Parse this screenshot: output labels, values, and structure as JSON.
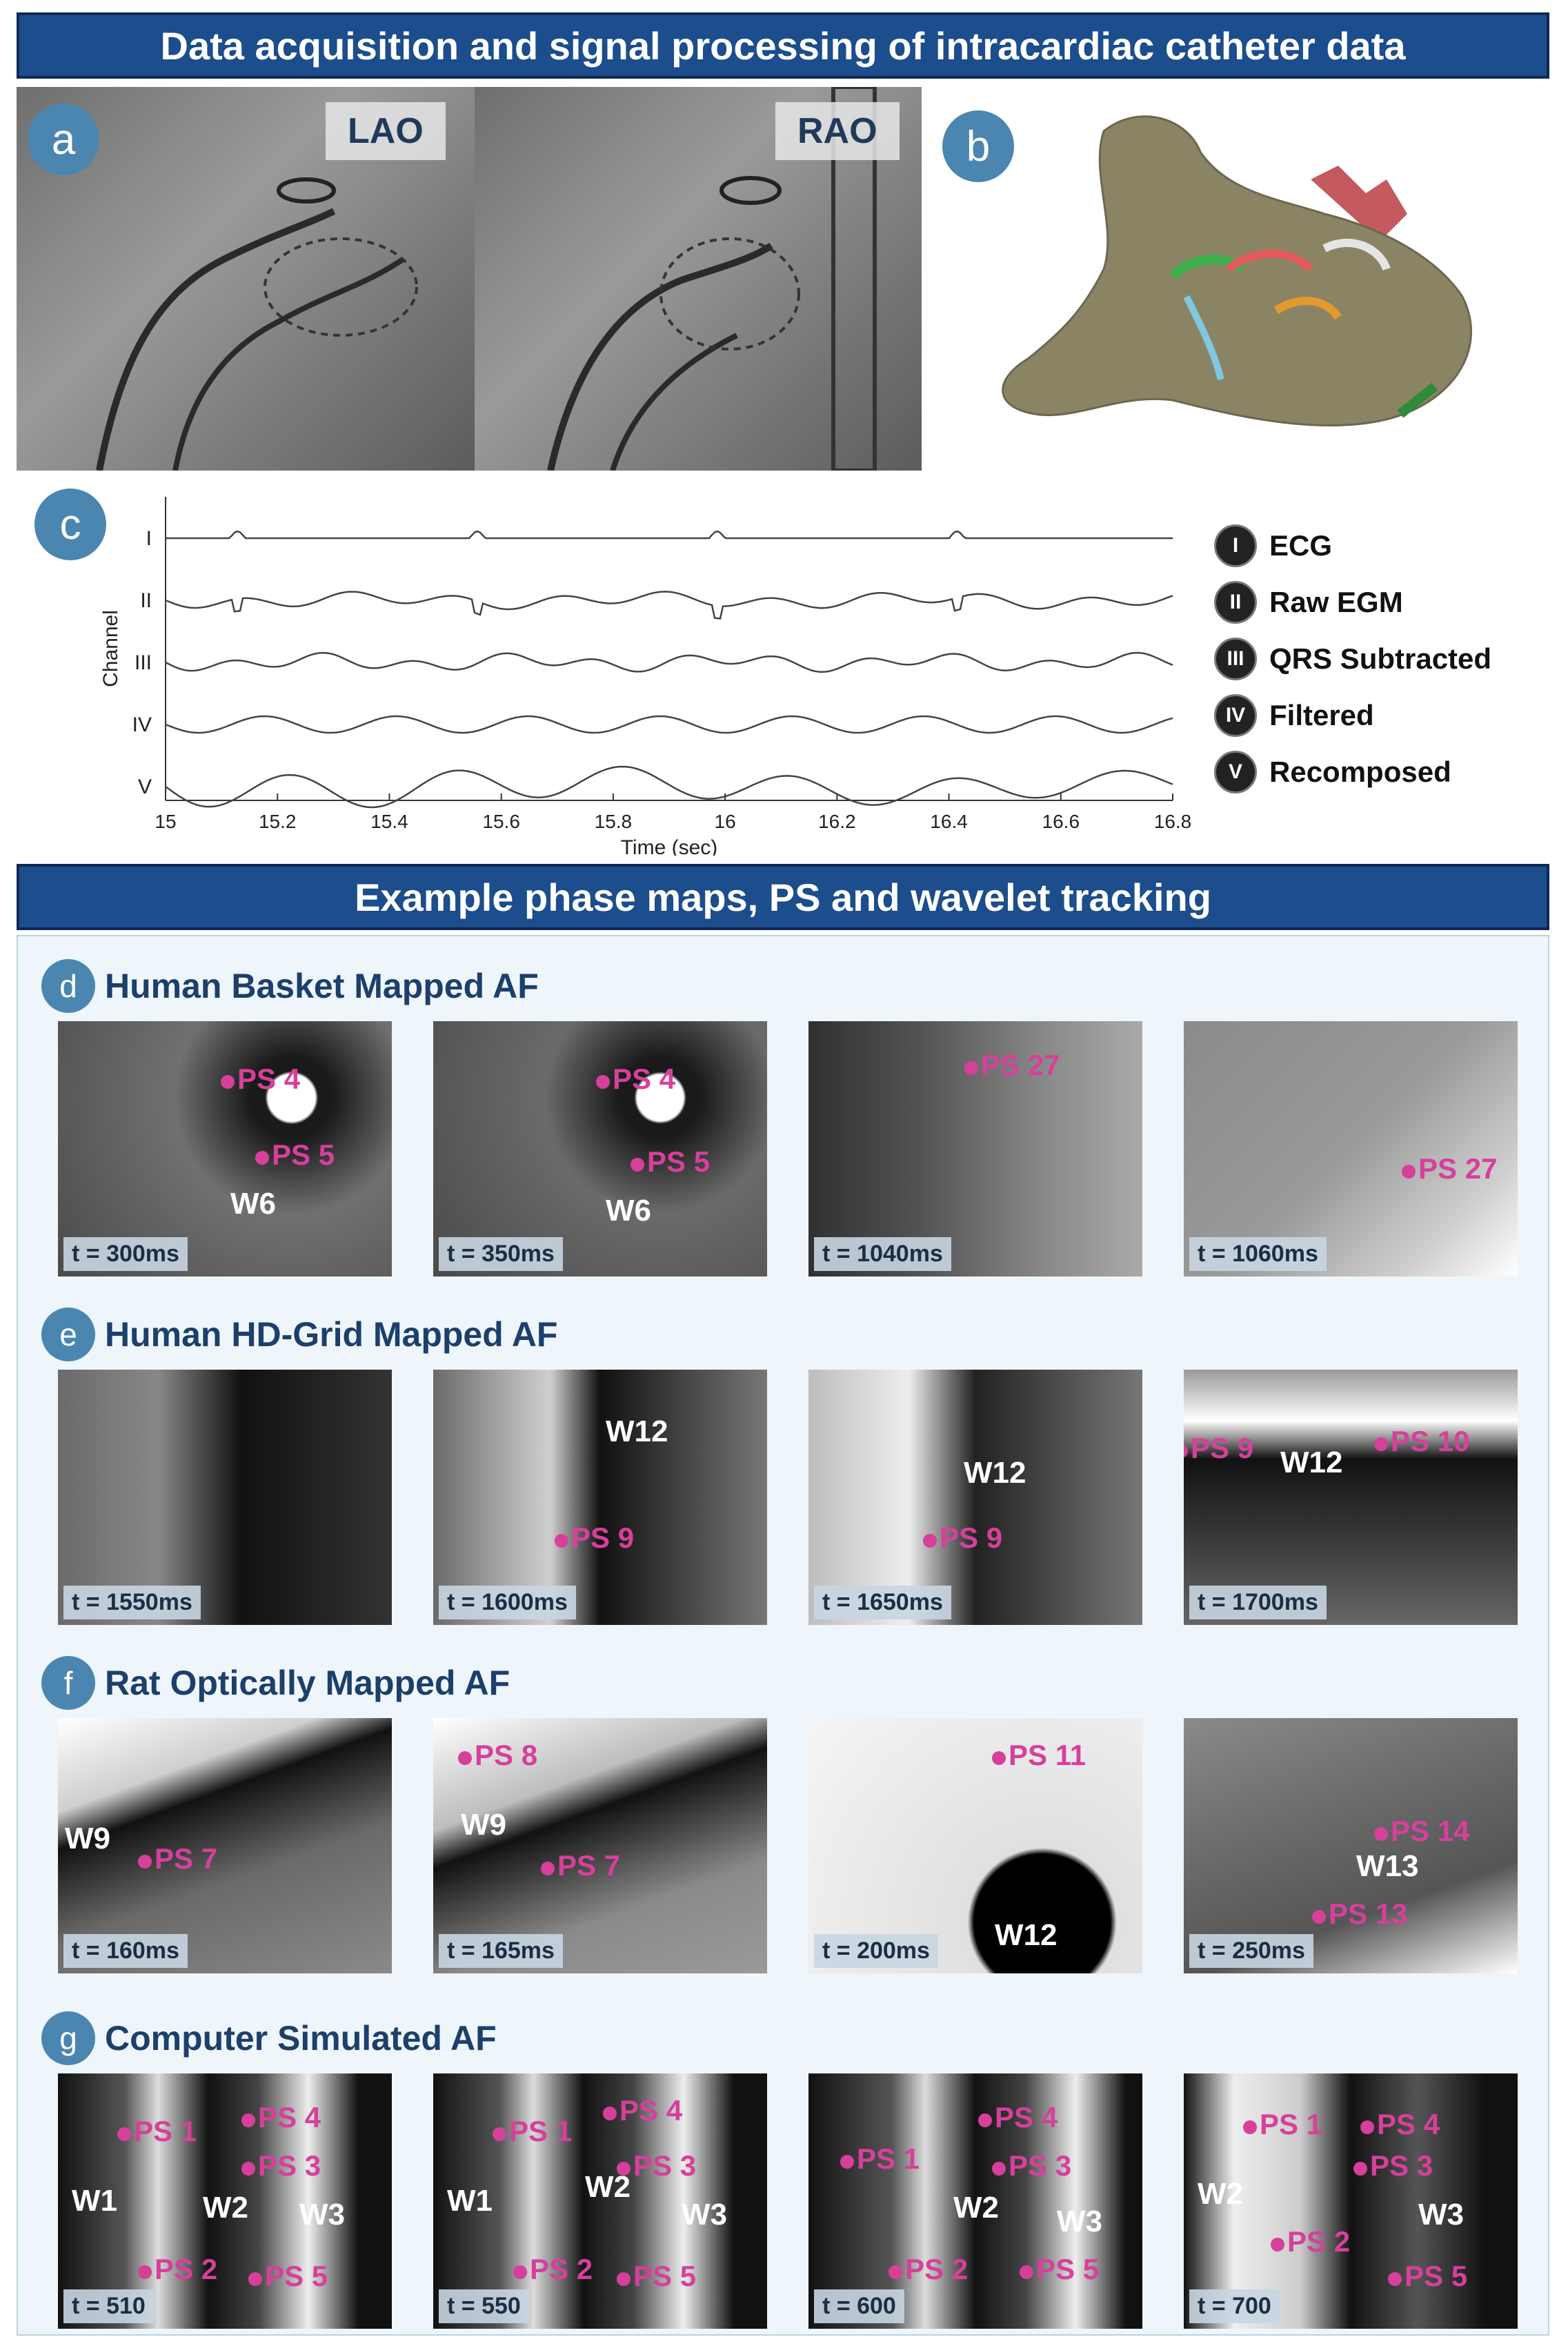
{
  "banner_top": "Data acquisition and signal processing of intracardiac catheter data",
  "banner_mid": "Example phase maps, PS and wavelet tracking",
  "panel_a": {
    "badge": "a",
    "label_left": "LAO",
    "label_right": "RAO"
  },
  "panel_b": {
    "badge": "b"
  },
  "panel_c": {
    "badge": "c",
    "chart_data": {
      "type": "line",
      "xlabel": "Time (sec)",
      "ylabel": "Channel",
      "xlim": [
        15,
        16.8
      ],
      "xticks": [
        "15",
        "15.2",
        "15.4",
        "15.6",
        "15.8",
        "16",
        "16.2",
        "16.4",
        "16.6",
        "16.8"
      ],
      "channels": [
        "I",
        "II",
        "III",
        "IV",
        "V"
      ],
      "legend": [
        {
          "mark": "I",
          "label": "ECG"
        },
        {
          "mark": "II",
          "label": "Raw EGM"
        },
        {
          "mark": "III",
          "label": "QRS Subtracted"
        },
        {
          "mark": "IV",
          "label": "Filtered"
        },
        {
          "mark": "V",
          "label": "Recomposed"
        }
      ]
    }
  },
  "sections": [
    {
      "badge": "d",
      "title": "Human Basket Mapped AF",
      "maps": [
        {
          "t": "t = 300ms",
          "ps": [
            "PS 4",
            "PS 5"
          ],
          "w": [
            "W6"
          ]
        },
        {
          "t": "t = 350ms",
          "ps": [
            "PS 4",
            "PS 5"
          ],
          "w": [
            "W6"
          ]
        },
        {
          "t": "t = 1040ms",
          "ps": [
            "PS 27"
          ],
          "w": []
        },
        {
          "t": "t = 1060ms",
          "ps": [
            "PS 27"
          ],
          "w": []
        }
      ]
    },
    {
      "badge": "e",
      "title": "Human HD-Grid Mapped AF",
      "maps": [
        {
          "t": "t = 1550ms",
          "ps": [],
          "w": []
        },
        {
          "t": "t = 1600ms",
          "ps": [
            "PS 9"
          ],
          "w": [
            "W12"
          ]
        },
        {
          "t": "t = 1650ms",
          "ps": [
            "PS 9"
          ],
          "w": [
            "W12"
          ]
        },
        {
          "t": "t = 1700ms",
          "ps": [
            "PS 9",
            "PS 10"
          ],
          "w": [
            "W12"
          ]
        }
      ]
    },
    {
      "badge": "f",
      "title": "Rat Optically Mapped AF",
      "maps": [
        {
          "t": "t = 160ms",
          "ps": [
            "PS 7"
          ],
          "w": [
            "W9"
          ]
        },
        {
          "t": "t = 165ms",
          "ps": [
            "PS 8",
            "PS 7"
          ],
          "w": [
            "W9"
          ]
        },
        {
          "t": "t = 200ms",
          "ps": [
            "PS 11"
          ],
          "w": [
            "W12"
          ]
        },
        {
          "t": "t = 250ms",
          "ps": [
            "PS 14",
            "PS 13"
          ],
          "w": [
            "W13"
          ]
        }
      ]
    },
    {
      "badge": "g",
      "title": "Computer Simulated AF",
      "maps": [
        {
          "t": "t = 510",
          "ps": [
            "PS 1",
            "PS 4",
            "PS 3",
            "PS 2",
            "PS 5"
          ],
          "w": [
            "W1",
            "W2",
            "W3"
          ]
        },
        {
          "t": "t = 550",
          "ps": [
            "PS 1",
            "PS 4",
            "PS 3",
            "PS 2",
            "PS 5"
          ],
          "w": [
            "W1",
            "W2",
            "W3"
          ]
        },
        {
          "t": "t = 600",
          "ps": [
            "PS 1",
            "PS 4",
            "PS 3",
            "PS 2",
            "PS 5"
          ],
          "w": [
            "W2",
            "W3"
          ]
        },
        {
          "t": "t = 700",
          "ps": [
            "PS 1",
            "PS 4",
            "PS 3",
            "PS 2",
            "PS 5"
          ],
          "w": [
            "W2",
            "W3"
          ]
        }
      ]
    }
  ]
}
